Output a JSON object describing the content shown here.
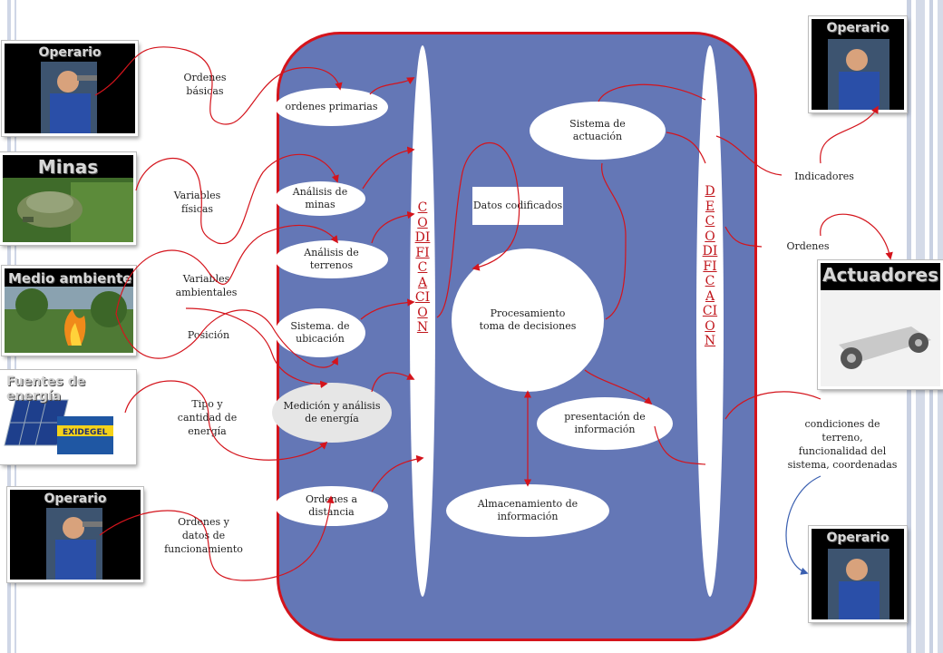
{
  "left_cards": [
    {
      "title": "Operario",
      "icon": "worker-photo"
    },
    {
      "title": "Minas",
      "icon": "landmine-photo"
    },
    {
      "title": "Medio ambiente",
      "icon": "fire-photo"
    },
    {
      "title": "Fuentes de energía",
      "icon": "solar-battery-photo"
    },
    {
      "title": "Operario",
      "icon": "worker-photo"
    }
  ],
  "right_cards": [
    {
      "title": "Operario",
      "icon": "worker-photo"
    },
    {
      "title": "Actuadores",
      "icon": "chassis-photo"
    },
    {
      "title": "Operario",
      "icon": "worker-photo"
    }
  ],
  "left_labels": {
    "ordenes_basicas": "Ordenes\nbásicas",
    "variables_fisicas": "Variables\nfísicas",
    "variables_ambientales": "Variables\nambientales",
    "posicion": "Posición",
    "tipo_energia": "Tipo y\ncantidad de\nenergía",
    "ordenes_datos": "Ordenes  y\ndatos de\nfuncionamiento"
  },
  "right_labels": {
    "indicadores": "Indicadores",
    "ordenes": "Ordenes",
    "condiciones": "condiciones de\nterreno,\nfuncionalidad del\nsistema, coordenadas"
  },
  "input_nodes": {
    "ordenes_primarias": "ordenes primarias",
    "analisis_minas": "Análisis de minas",
    "analisis_terrenos": "Análisis de terrenos",
    "sistema_ubicacion": "Sistema. de ubicación",
    "medicion_energia": "Medición y análisis de energía",
    "ordenes_distancia": "Ordenes a distancia"
  },
  "center_nodes": {
    "datos_codificados": "Datos codificados",
    "procesamiento": "Procesamiento toma de decisiones",
    "sistema_actuacion": "Sistema de actuación",
    "presentacion": "presentación de información",
    "almacenamiento": "Almacenamiento de información"
  },
  "bars": {
    "codificacion": "CODIFICACION",
    "decodificacion": "DECODIFICACION"
  },
  "colors": {
    "panel": "#6477b6",
    "border": "#d4141c",
    "arrow_red": "#d4141c",
    "arrow_blue": "#3a5fb0"
  }
}
